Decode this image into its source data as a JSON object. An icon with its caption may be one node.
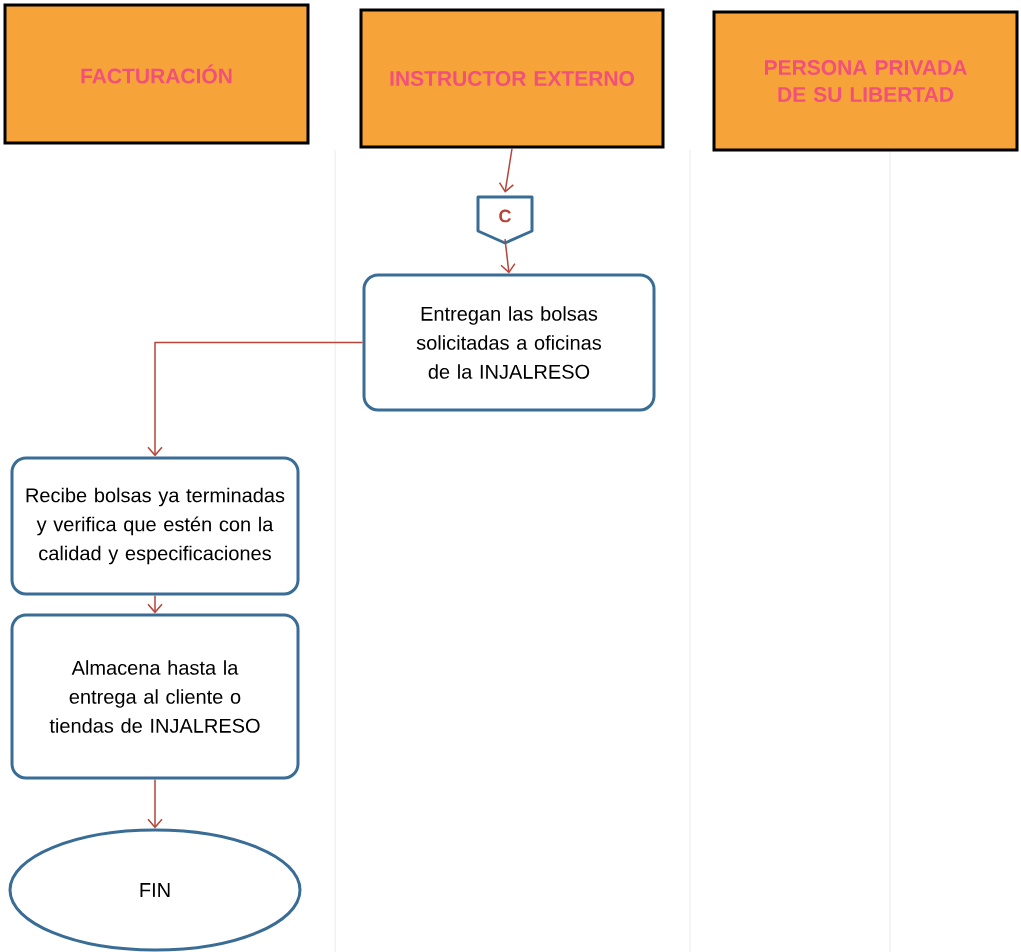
{
  "diagram": {
    "nodes": [
      {
        "text": [
          "FACTURACIÓN"
        ]
      },
      {
        "text": [
          "INSTRUCTOR EXTERNO"
        ]
      },
      {
        "text": [
          "PERSONA PRIVADA DE SU LIBERTAD"
        ]
      },
      {
        "text": [
          "C"
        ]
      },
      {
        "text": [
          "Entregan las bolsas solicitadas a oficinas de la INJALRESO"
        ]
      },
      {
        "text": [
          "Recibe bolsas ya terminadas y verifica que estén con la calidad y especificaciones"
        ]
      },
      {
        "text": [
          "Almacena hasta la entrega al cliente o tiendas de INJALRESO"
        ]
      },
      {
        "text": [
          "FIN"
        ]
      }
    ],
    "edges": [
      {
        "from": 1,
        "to": 3,
        "arrow": "to"
      },
      {
        "from": 3,
        "to": 4,
        "arrow": "to"
      },
      {
        "from": 4,
        "to": 5,
        "arrow": "to"
      },
      {
        "from": 5,
        "to": 6,
        "arrow": "to"
      },
      {
        "from": 6,
        "to": 7,
        "arrow": "to"
      }
    ]
  }
}
